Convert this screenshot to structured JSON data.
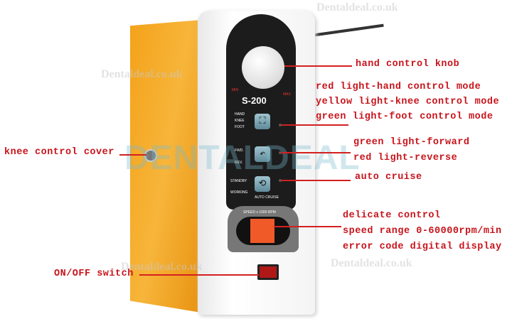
{
  "device": {
    "model": "S-200",
    "min": "MIN",
    "max": "MAX",
    "modes": [
      "HAND",
      "KNEE",
      "FOOT"
    ],
    "direction": [
      "FWD.",
      "REV."
    ],
    "cruise": [
      "STANDBY",
      "WORKING"
    ],
    "auto_cruise": "AUTO CRUISE",
    "speed_label": "SPEED x 1000 RPM"
  },
  "labels": {
    "knob": "hand control knob",
    "mode1": "red light-hand control mode",
    "mode2": "yellow light-knee control mode",
    "mode3": "green light-foot control mode",
    "dir1": "green light-forward",
    "dir2": "red light-reverse",
    "cruise": "auto cruise",
    "disp1": "delicate control",
    "disp2": "speed range 0-60000rpm/min",
    "disp3": "error code digital display",
    "knee": "knee control cover",
    "switch": "ON/OFF switch"
  },
  "watermarks": {
    "small": "Dentaldeal.co.uk",
    "big": "DENTALDEAL"
  },
  "colors": {
    "label": "#c8141c",
    "housing": "#f4a21a",
    "display": "#f05a28"
  }
}
